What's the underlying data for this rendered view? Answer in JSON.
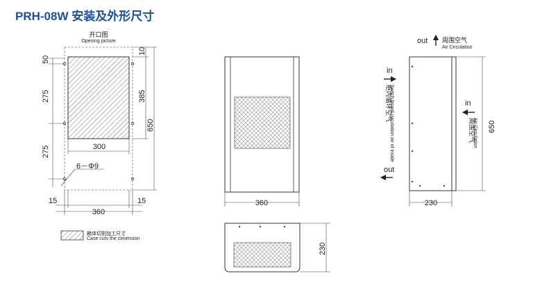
{
  "title": "PRH-08W 安装及外形尺寸",
  "opening": {
    "label_cn": "开口图",
    "label_en": "Opening picture",
    "dims": {
      "d50": "50",
      "d275_top": "275",
      "d275_bottom": "275",
      "d10": "10",
      "d385": "385",
      "d650": "650",
      "d300": "300",
      "hole": "6－Φ9",
      "d15_left": "15",
      "d15_right": "15",
      "d360": "360"
    },
    "legend_cn": "箱体切割加工尺寸",
    "legend_en": "Case cuts the cimension"
  },
  "front": {
    "width": "360"
  },
  "bottom": {
    "height": "230"
  },
  "side": {
    "out_top": "out",
    "top_cn": "周围空气",
    "top_en": "Air Circulation",
    "in_left": "in",
    "left_cn": "柜内循环空气",
    "left_en": "Switch board circulation air of inside",
    "out_left": "out",
    "in_right": "in",
    "right_cn": "周围空气",
    "right_en": "Air Circulation",
    "height": "650",
    "width": "230"
  }
}
